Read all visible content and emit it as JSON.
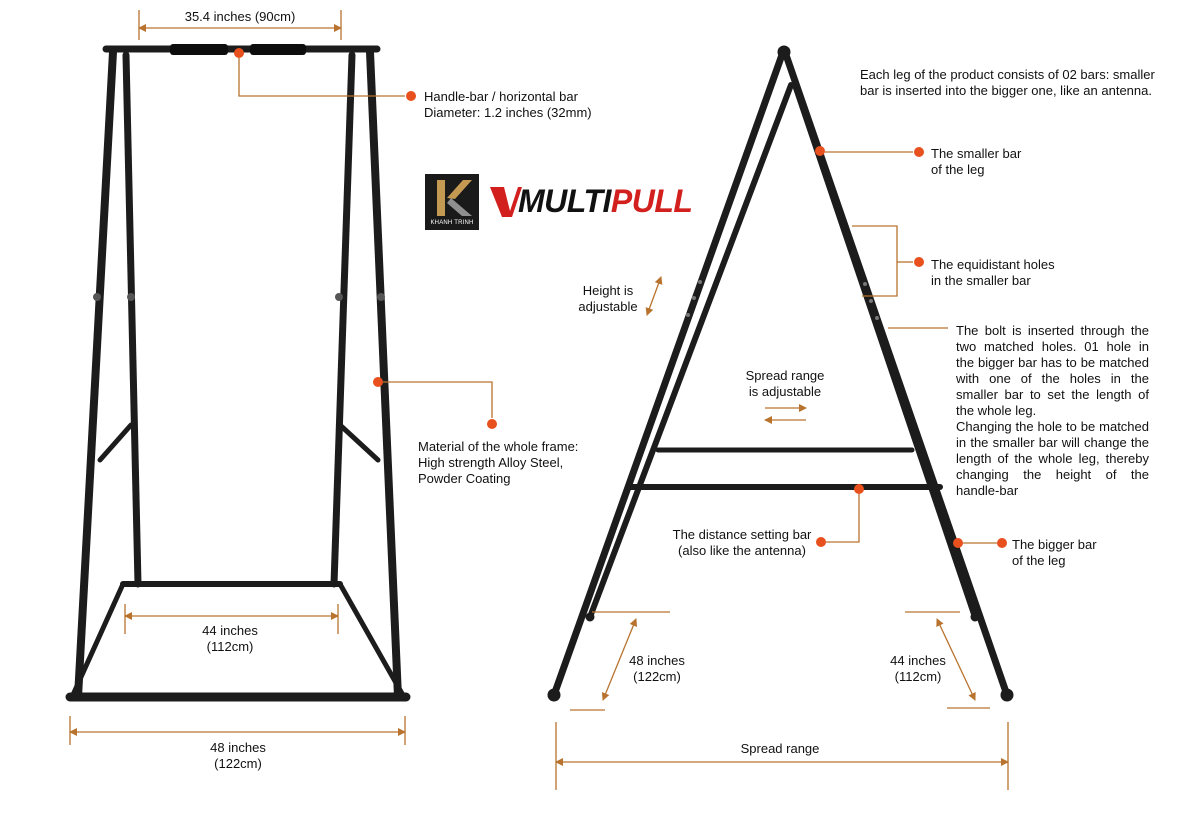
{
  "brand": {
    "k_logo_text": "KHANH TRINH",
    "product_logo_part1": "MULTI",
    "product_logo_part2": "PULL"
  },
  "front_view": {
    "top_width": "35.4 inches (90cm)",
    "handle_bar": "Handle-bar / horizontal bar\nDiameter: 1.2 inches (32mm)",
    "material": "Material of the whole frame:\nHigh strength Alloy Steel,\nPowder Coating",
    "inner_base_width": "44 inches\n(112cm)",
    "outer_base_width": "48 inches\n(122cm)"
  },
  "side_view": {
    "leg_description": "Each leg of the product consists of 02 bars: smaller bar is inserted into the bigger one, like an antenna.",
    "smaller_bar": "The  smaller bar\nof the leg",
    "holes": "The equidistant holes\nin the smaller bar",
    "bolt_text": "The bolt is inserted through the two matched holes. 01 hole in the bigger bar has to be matched with one of the holes in the smaller bar to set the length of the whole leg.\nChanging the hole to be matched in the smaller bar will change the length of the whole leg, thereby changing the height of the handle-bar",
    "height_adjustable": "Height is\nadjustable",
    "spread_adjustable": "Spread range\nis adjustable",
    "distance_bar": "The distance setting bar\n(also like the antenna)",
    "bigger_bar": "The  bigger bar\nof the leg",
    "left_leg_length": "48 inches\n(122cm)",
    "right_leg_length": "44 inches\n(112cm)",
    "spread_range": "Spread range"
  },
  "colors": {
    "accent": "#e8501e",
    "leader": "#b8732e",
    "frame": "#1c1c1c"
  }
}
